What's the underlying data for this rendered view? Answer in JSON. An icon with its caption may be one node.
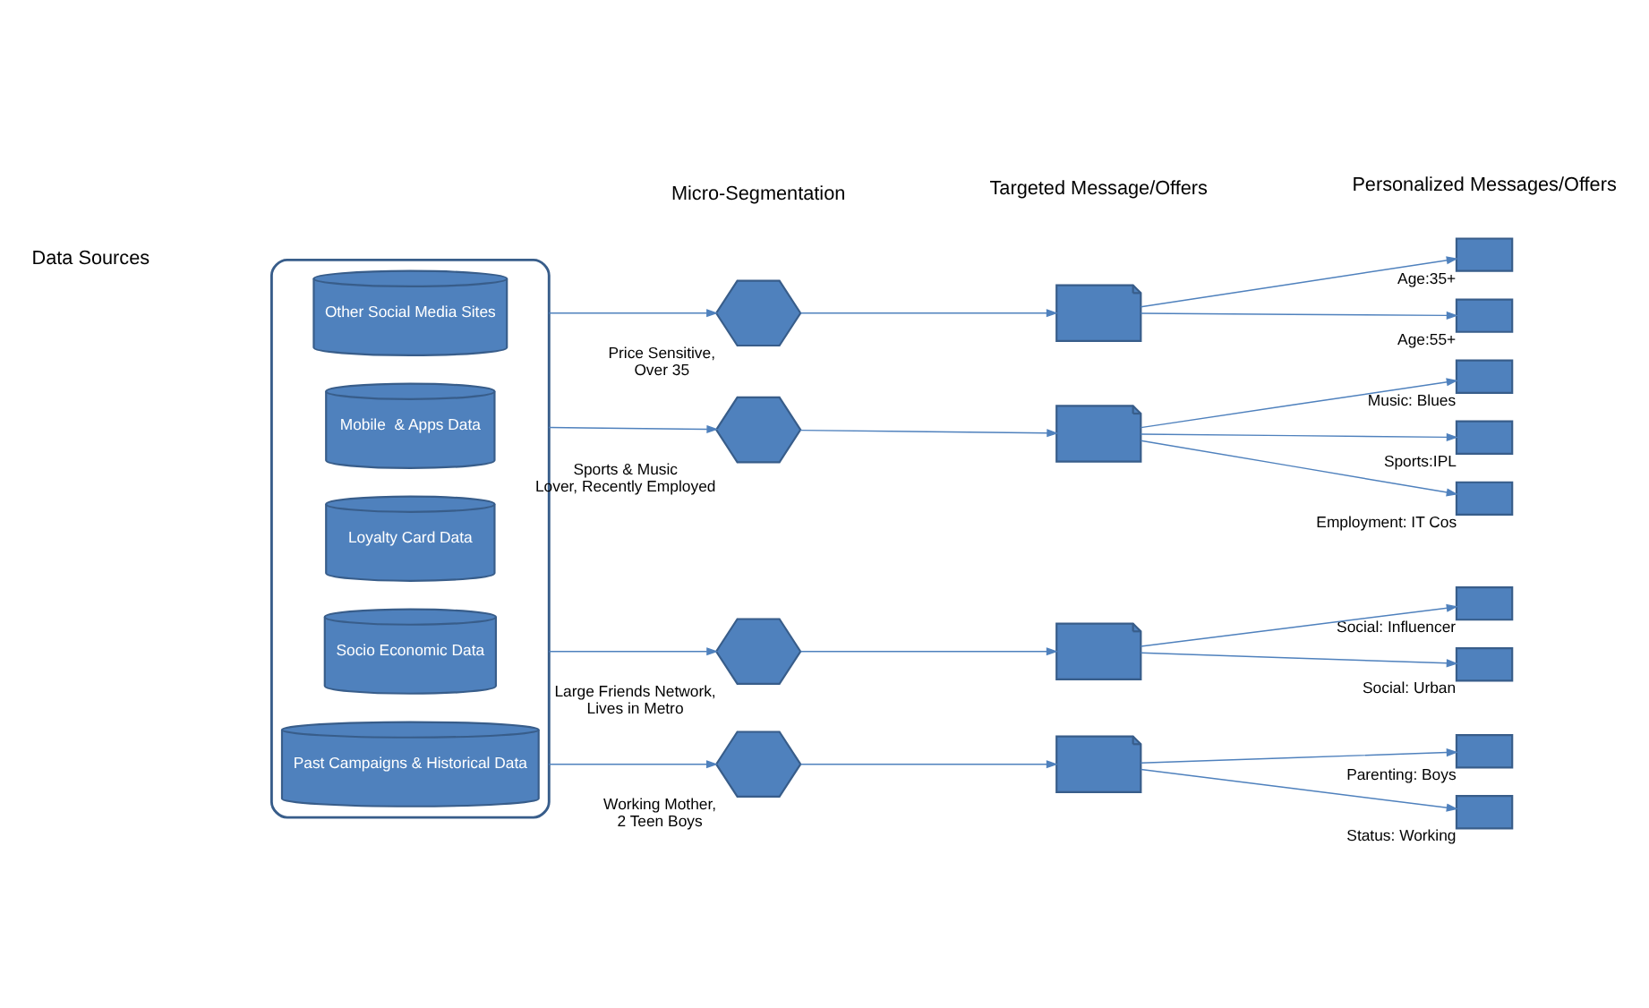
{
  "diagram": {
    "nodes": [
      {
        "text": [],
        "shape": "box"
      },
      {
        "text": [
          "Other Social Media Sites"
        ],
        "in": 0
      },
      {
        "text": [
          "Mobile  & Apps Data"
        ],
        "in": 0
      },
      {
        "text": [
          "Loyalty Card Data"
        ],
        "in": 0
      },
      {
        "text": [
          "Socio Economic Data"
        ],
        "in": 0
      },
      {
        "text": [
          "Past Campaigns & Historical Data"
        ],
        "in": 0
      },
      {
        "text": [],
        "shape": "hexagon",
        "beside": [
          "Price Sensitive, Over 35"
        ]
      },
      {
        "text": [],
        "shape": "hexagon",
        "beside": [
          "Sports & Music Lover, Recently Employed"
        ]
      },
      {
        "text": [],
        "shape": "hexagon",
        "beside": [
          "Large Friends Network, Lives in Metro"
        ]
      },
      {
        "text": [],
        "shape": "hexagon",
        "beside": [
          "Working Mother, 2 Teen Boys"
        ]
      },
      {
        "text": [],
        "shape": "document"
      },
      {
        "text": [],
        "shape": "document"
      },
      {
        "text": [],
        "shape": "document"
      },
      {
        "text": [],
        "shape": "document"
      },
      {
        "text": [],
        "shape": "box",
        "beside": [
          "Age:35+"
        ]
      },
      {
        "text": [],
        "shape": "box",
        "beside": [
          "Age:55+"
        ]
      },
      {
        "text": [],
        "shape": "box",
        "beside": [
          "Music: Blues"
        ]
      },
      {
        "text": [],
        "shape": "box",
        "beside": [
          "Sports:IPL"
        ]
      },
      {
        "text": [],
        "shape": "box",
        "beside": [
          "Employment: IT Cos"
        ]
      },
      {
        "text": [],
        "shape": "box",
        "beside": [
          "Social: Influencer"
        ]
      },
      {
        "text": [],
        "shape": "box",
        "beside": [
          "Social: Urban"
        ]
      },
      {
        "text": [],
        "shape": "box",
        "beside": [
          "Parenting: Boys"
        ]
      },
      {
        "text": [],
        "shape": "box",
        "beside": [
          "Status: Working"
        ]
      }
    ],
    "edges": [
      {
        "from": 0,
        "to": 6,
        "arrow": "to"
      },
      {
        "from": 0,
        "to": 7,
        "arrow": "to"
      },
      {
        "from": 0,
        "to": 8,
        "arrow": "to"
      },
      {
        "from": 0,
        "to": 9,
        "arrow": "to"
      },
      {
        "from": 6,
        "to": 10,
        "arrow": "to"
      },
      {
        "from": 7,
        "to": 11,
        "arrow": "to"
      },
      {
        "from": 8,
        "to": 12,
        "arrow": "to"
      },
      {
        "from": 9,
        "to": 13,
        "arrow": "to"
      },
      {
        "from": 10,
        "to": 14,
        "arrow": "to"
      },
      {
        "from": 10,
        "to": 15,
        "arrow": "to"
      },
      {
        "from": 11,
        "to": 16,
        "arrow": "to"
      },
      {
        "from": 11,
        "to": 17,
        "arrow": "to"
      },
      {
        "from": 11,
        "to": 18,
        "arrow": "to"
      },
      {
        "from": 12,
        "to": 19,
        "arrow": "to"
      },
      {
        "from": 12,
        "to": 20,
        "arrow": "to"
      },
      {
        "from": 13,
        "to": 21,
        "arrow": "to"
      },
      {
        "from": 13,
        "to": 22,
        "arrow": "to"
      }
    ],
    "labels": [
      "Data Sources",
      "Micro-Segmentation",
      "Targeted Message/Offers",
      "Personalized Messages/Offers"
    ]
  }
}
